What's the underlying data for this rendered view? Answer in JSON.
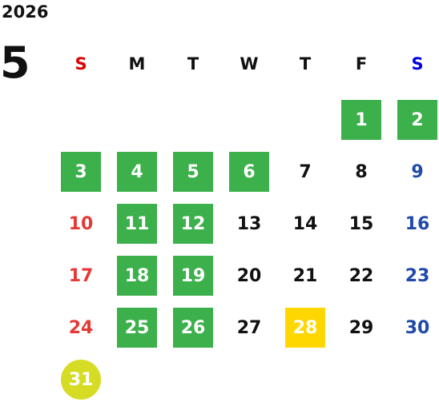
{
  "calendar": {
    "year": "2026",
    "month": "5",
    "weekdays": [
      "S",
      "M",
      "T",
      "W",
      "T",
      "F",
      "S"
    ],
    "weekday_colors": [
      "#e00000",
      "#111111",
      "#111111",
      "#111111",
      "#111111",
      "#111111",
      "#0000e0"
    ],
    "weeks": [
      [
        "",
        "",
        "",
        "",
        "",
        "1",
        "2"
      ],
      [
        "3",
        "4",
        "5",
        "6",
        "7",
        "8",
        "9"
      ],
      [
        "10",
        "11",
        "12",
        "13",
        "14",
        "15",
        "16"
      ],
      [
        "17",
        "18",
        "19",
        "20",
        "21",
        "22",
        "23"
      ],
      [
        "24",
        "25",
        "26",
        "27",
        "28",
        "29",
        "30"
      ],
      [
        "31",
        "",
        "",
        "",
        "",
        "",
        ""
      ]
    ],
    "day_styles": [
      [
        "",
        "",
        "",
        "",
        "",
        "green",
        "green"
      ],
      [
        "green",
        "green",
        "green",
        "green",
        "black",
        "black",
        "blue"
      ],
      [
        "red",
        "green",
        "green",
        "black",
        "black",
        "black",
        "blue"
      ],
      [
        "red",
        "green",
        "green",
        "black",
        "black",
        "black",
        "blue"
      ],
      [
        "red",
        "green",
        "green",
        "black",
        "gold",
        "black",
        "blue"
      ],
      [
        "circle",
        "",
        "",
        "",
        "",
        "",
        ""
      ]
    ],
    "colors": {
      "green": "#3cb04a",
      "gold": "#ffd700",
      "circle": "#d6dc23",
      "sunday": "#e53935",
      "saturday": "#1f4aa8"
    }
  }
}
